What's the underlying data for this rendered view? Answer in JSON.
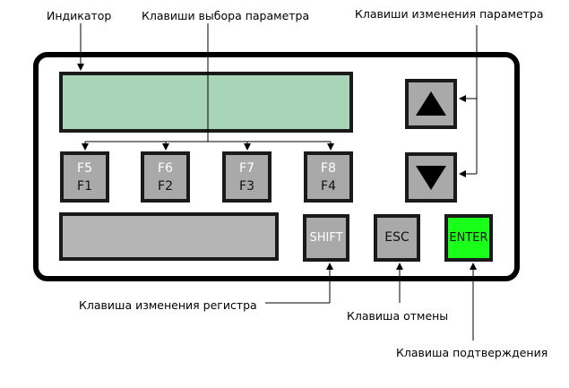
{
  "labels": {
    "indicator": "Индикатор",
    "param_select": "Клавиши выбора параметра",
    "param_change": "Клавиши изменения параметра",
    "shift_key": "Клавиша изменения регистра",
    "cancel_key": "Клавиша отмены",
    "confirm_key": "Клавиша подтверждения"
  },
  "keys": {
    "f1": {
      "top": "F5",
      "bottom": "F1"
    },
    "f2": {
      "top": "F6",
      "bottom": "F2"
    },
    "f3": {
      "top": "F7",
      "bottom": "F3"
    },
    "f4": {
      "top": "F8",
      "bottom": "F4"
    },
    "shift": "SHIFT",
    "esc": "ESC",
    "enter": "ENTER"
  },
  "colors": {
    "display": "#a8d5b8",
    "keys": "#a9a9a9",
    "enter": "#19ff19"
  },
  "icons": {
    "up": "triangle-up-icon",
    "down": "triangle-down-icon"
  }
}
